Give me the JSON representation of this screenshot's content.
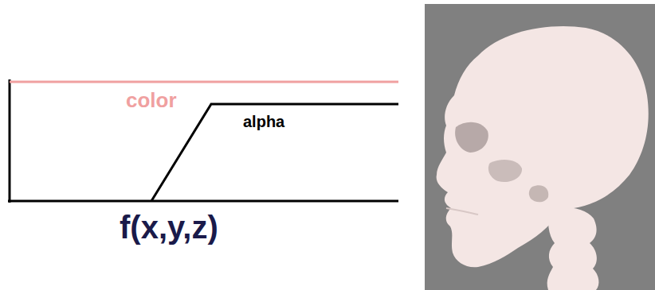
{
  "diagram": {
    "labels": [
      "color",
      "alpha",
      "f(x,y,z)"
    ]
  }
}
